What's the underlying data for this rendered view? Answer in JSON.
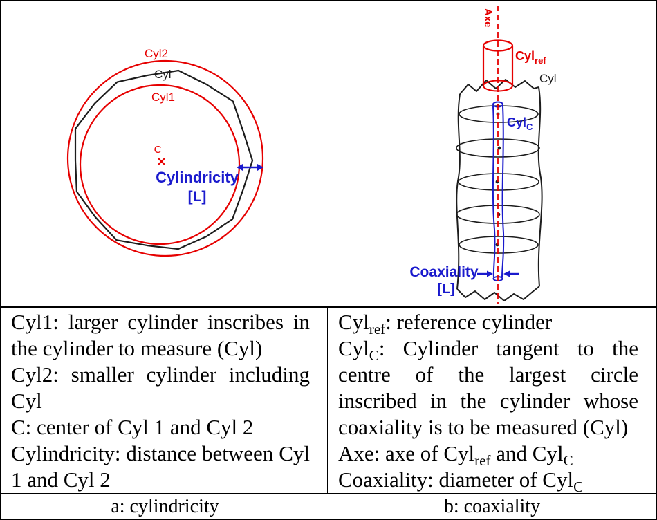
{
  "colors": {
    "red": "#e60000",
    "blue": "#1a1acd",
    "black": "#1c1c1c",
    "border": "#000000"
  },
  "panel_a": {
    "labels": {
      "cyl2": "Cyl2",
      "cyl": "Cyl",
      "cyl1": "Cyl1",
      "center": "C",
      "metric": "Cylindricity",
      "unit": "[L]"
    },
    "definitions": [
      {
        "segments": [
          {
            "t": "Cyl1: larger cylinder inscribes in the cylinder to measure (Cyl)"
          }
        ]
      },
      {
        "segments": [
          {
            "t": "Cyl2: smaller cylinder including Cyl"
          }
        ]
      },
      {
        "segments": [
          {
            "t": "C: center of Cyl 1 and Cyl 2"
          }
        ]
      },
      {
        "segments": [
          {
            "t": "Cylindricity: distance between Cyl 1 and Cyl 2"
          }
        ]
      }
    ],
    "caption": "a: cylindricity"
  },
  "panel_b": {
    "labels": {
      "axe": "Axe",
      "cyl_ref_base": "Cyl",
      "cyl_ref_sub": "ref",
      "cyl": "Cyl",
      "cyl_c_base": "Cyl",
      "cyl_c_sub": "C",
      "metric": "Coaxiality",
      "unit": "[L]"
    },
    "definitions": [
      {
        "segments": [
          {
            "t": "Cyl"
          },
          {
            "t": "ref",
            "sub": true
          },
          {
            "t": ": reference cylinder"
          }
        ]
      },
      {
        "segments": [
          {
            "t": "Cyl"
          },
          {
            "t": "C",
            "sub": true
          },
          {
            "t": ": Cylinder tangent to the centre of the largest circle inscribed in the cylinder whose coaxiality is to be measured (Cyl)"
          }
        ]
      },
      {
        "segments": [
          {
            "t": "Axe: axe of Cyl"
          },
          {
            "t": "ref",
            "sub": true
          },
          {
            "t": " and Cyl"
          },
          {
            "t": "C",
            "sub": true
          }
        ]
      },
      {
        "segments": [
          {
            "t": "Coaxiality: diameter of Cyl"
          },
          {
            "t": "C",
            "sub": true
          }
        ]
      }
    ],
    "caption": "b: coaxiality"
  }
}
